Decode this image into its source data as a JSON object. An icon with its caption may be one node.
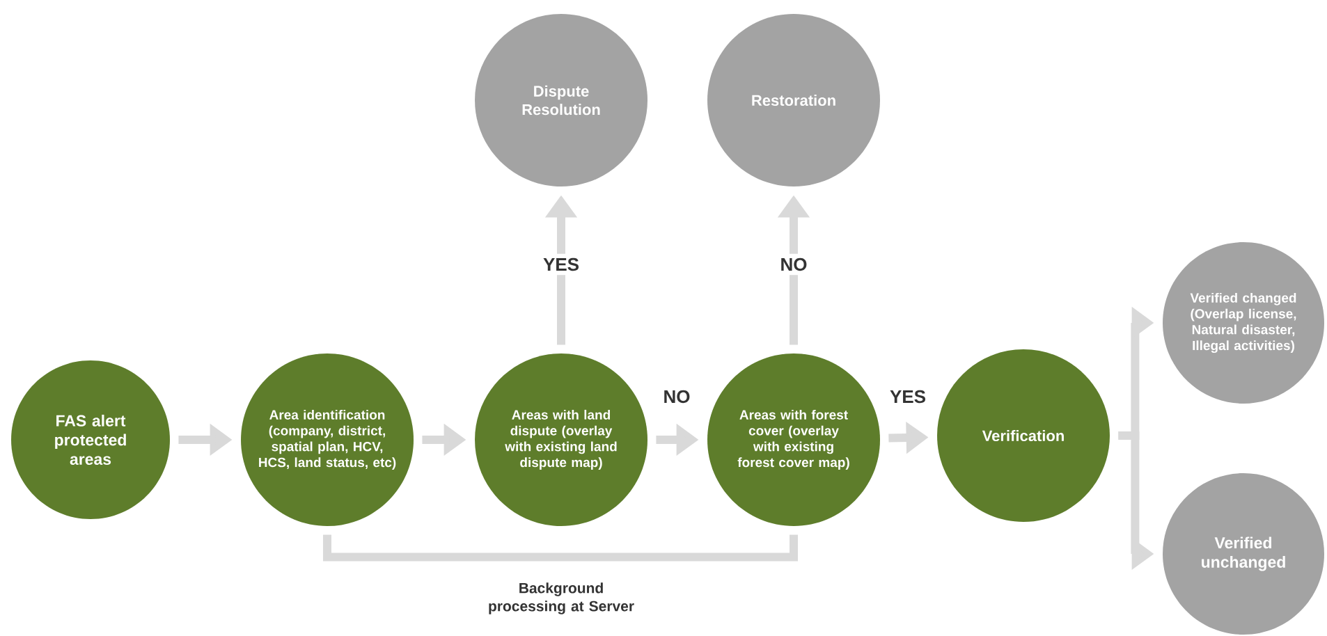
{
  "diagram": {
    "nodes": [
      {
        "text": [
          "FAS alert protected areas"
        ]
      },
      {
        "text": [
          "Area identification (company, district, spatial plan, HCV, HCS, land status, etc)"
        ]
      },
      {
        "text": [
          "Areas with land dispute (overlay with existing land dispute map)"
        ]
      },
      {
        "text": [
          "Areas with forest cover (overlay with existing forest cover map)"
        ]
      },
      {
        "text": [
          "Verification"
        ]
      },
      {
        "text": [
          "Dispute Resolution"
        ]
      },
      {
        "text": [
          "Restoration"
        ]
      },
      {
        "text": [
          "Verified changed (Overlap license, Natural disaster, Illegal activities)"
        ]
      },
      {
        "text": [
          "Verified unchanged"
        ]
      }
    ],
    "edges": [
      {
        "from": 0,
        "to": 1,
        "arrow": "to"
      },
      {
        "from": 1,
        "to": 2,
        "arrow": "to"
      },
      {
        "from": 2,
        "to": 3,
        "arrow": "to",
        "label": "NO"
      },
      {
        "from": 3,
        "to": 4,
        "arrow": "to",
        "label": "YES"
      },
      {
        "from": 2,
        "to": 5,
        "arrow": "to",
        "label": "YES"
      },
      {
        "from": 3,
        "to": 6,
        "arrow": "to",
        "label": "NO"
      },
      {
        "from": 4,
        "to": 7,
        "arrow": "to"
      },
      {
        "from": 4,
        "to": 8,
        "arrow": "to"
      },
      {
        "from": 1,
        "to": 3,
        "arrow": "none",
        "label": "Background processing at Server"
      }
    ]
  }
}
